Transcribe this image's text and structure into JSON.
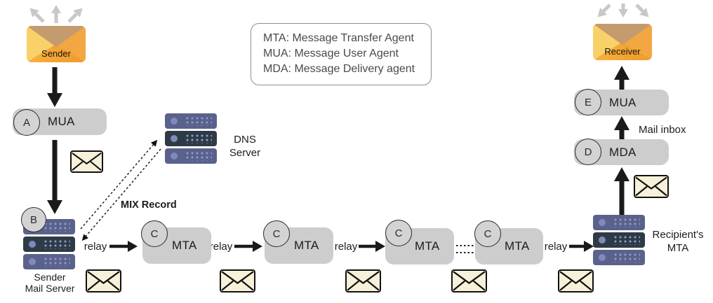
{
  "diagram": {
    "legend": {
      "line1": "MTA: Message Transfer Agent",
      "line2": "MUA: Message User Agent",
      "line3": "MDA: Message Delivery agent"
    },
    "sender": {
      "label": "Sender"
    },
    "receiver": {
      "label": "Receiver"
    },
    "mua_a": {
      "badge": "A",
      "label": "MUA"
    },
    "sender_server": {
      "badge": "B",
      "label": "Sender\nMail Server"
    },
    "dns": {
      "label": "DNS\nServer"
    },
    "mix_record": "MIX Record",
    "relay": "relay",
    "mta_chain": [
      {
        "badge": "C",
        "label": "MTA"
      },
      {
        "badge": "C",
        "label": "MTA"
      },
      {
        "badge": "C",
        "label": "MTA"
      },
      {
        "badge": "C",
        "label": "MTA"
      }
    ],
    "recipient_server": {
      "label": "Recipient's\nMTA"
    },
    "mda": {
      "badge": "D",
      "label": "MDA"
    },
    "mua_e": {
      "badge": "E",
      "label": "MUA"
    },
    "mail_inbox": "Mail inbox",
    "colors": {
      "envelope_orange": "#f2a63a",
      "envelope_light": "#f8d169",
      "envelope_flap": "#c49b6e",
      "server_slate": "#5a628b",
      "server_dark": "#2e3b46",
      "node_gray": "#cdcdcd",
      "mail_cream": "#f8f1da",
      "arrow_black": "#1a1a1a",
      "arrow_gray": "#c8c8c8"
    }
  }
}
